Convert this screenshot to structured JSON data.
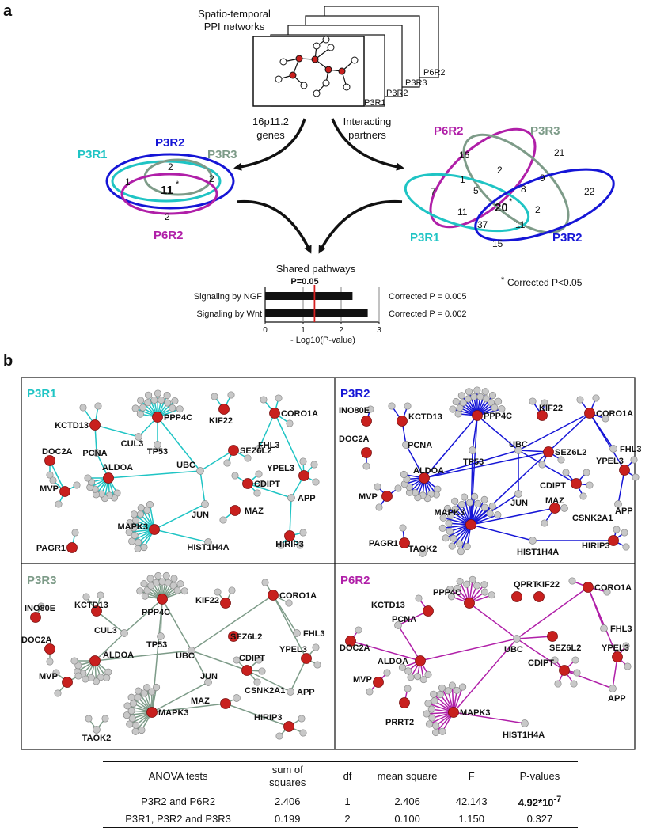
{
  "panel_a": {
    "label": "a",
    "network_title_line1": "Spatio-temporal",
    "network_title_line2": "PPI networks",
    "stack_labels": [
      "P6R2",
      "P3R3",
      "P3R2",
      "P3R1"
    ],
    "left_arrow_label_line1": "16p11.2",
    "left_arrow_label_line2": "genes",
    "right_arrow_label_line1": "Interacting",
    "right_arrow_label_line2": "partners",
    "venn_left": {
      "sets": [
        "P3R1",
        "P3R2",
        "P3R3",
        "P6R2"
      ],
      "counts": [
        "1",
        "2",
        "2",
        "11",
        "2"
      ],
      "star": "*"
    },
    "venn_right": {
      "sets": [
        "P6R2",
        "P3R3",
        "P3R1",
        "P3R2"
      ],
      "counts": [
        "16",
        "21",
        "2",
        "1",
        "5",
        "8",
        "9",
        "22",
        "7",
        "11",
        "20",
        "2",
        "37",
        "11",
        "15"
      ],
      "star": "*"
    },
    "footnote_star": "*",
    "footnote": "Corrected P<0.05",
    "pathways": {
      "title": "Shared pathways",
      "threshold_label": "P=0.05",
      "xlabel": "- Log10(P-value)",
      "ticks": [
        "0",
        "1",
        "2",
        "3"
      ]
    }
  },
  "chart_data": {
    "type": "bar",
    "title": "Shared pathways",
    "categories": [
      "Signaling by NGF",
      "Signaling by Wnt"
    ],
    "values": [
      2.3,
      2.7
    ],
    "annotations": [
      "Corrected P = 0.005",
      "Corrected P = 0.002"
    ],
    "threshold": 1.3,
    "threshold_label": "P=0.05",
    "xlabel": "- Log10(P-value)",
    "xlim": [
      0,
      3
    ],
    "orientation": "horizontal"
  },
  "panel_b": {
    "label": "b",
    "titles": [
      "P3R1",
      "P3R2",
      "P3R3",
      "P6R2"
    ],
    "colors": {
      "p3r1": "#1fc4c4",
      "p3r2": "#1515d6",
      "p3r3": "#7d9b88",
      "p6r2": "#b01fa8",
      "node_red": "#c8201e",
      "node_gray": "#c8c8c8"
    },
    "p3r1_labels": [
      "KCTD13",
      "PPP4C",
      "KIF22",
      "CORO1A",
      "CUL3",
      "PCNA",
      "TP53",
      "SEZ6L2",
      "FHL3",
      "DOC2A",
      "ALDOA",
      "UBC",
      "YPEL3",
      "MVP",
      "CDIPT",
      "APP",
      "JUN",
      "MAZ",
      "MAPK3",
      "PAGR1",
      "HIRIP3",
      "HIST1H4A"
    ],
    "p3r2_labels": [
      "INO80E",
      "KCTD13",
      "PPP4C",
      "KIF22",
      "CORO1A",
      "DOC2A",
      "PCNA",
      "TP53",
      "UBC",
      "SEZ6L2",
      "FHL3",
      "ALDOA",
      "YPEL3",
      "CDIPT",
      "MVP",
      "APP",
      "JUN",
      "MAZ",
      "MAPK3",
      "CSNK2A1",
      "PAGR1",
      "TAOK2",
      "HIST1H4A",
      "HIRIP3"
    ],
    "p3r3_labels": [
      "INO80E",
      "KCTD13",
      "PPP4C",
      "KIF22",
      "CORO1A",
      "CUL3",
      "TP53",
      "UBC",
      "SEZ6L2",
      "FHL3",
      "DOC2A",
      "ALDOA",
      "YPEL3",
      "MVP",
      "CDIPT",
      "JUN",
      "MAZ",
      "CSNK2A1",
      "APP",
      "MAPK3",
      "HIRIP3",
      "TAOK2"
    ],
    "p6r2_labels": [
      "PPP4C",
      "QPRT",
      "KIF22",
      "KCTD13",
      "CORO1A",
      "PCNA",
      "UBC",
      "SEZ6L2",
      "FHL3",
      "DOC2A",
      "ALDOA",
      "YPEL3",
      "CDIPT",
      "MVP",
      "APP",
      "MAPK3",
      "PRRT2",
      "HIST1H4A"
    ]
  },
  "anova": {
    "headers": [
      "ANOVA tests",
      "sum of squares",
      "df",
      "mean square",
      "F",
      "P-values"
    ],
    "rows": [
      {
        "test": "P3R2 and P6R2",
        "ss": "2.406",
        "df": "1",
        "ms": "2.406",
        "f": "42.143",
        "p_base": "4.92*10",
        "p_exp": "-7"
      },
      {
        "test": "P3R1, P3R2 and P3R3",
        "ss": "0.199",
        "df": "2",
        "ms": "0.100",
        "f": "1.150",
        "p": "0.327"
      }
    ]
  }
}
